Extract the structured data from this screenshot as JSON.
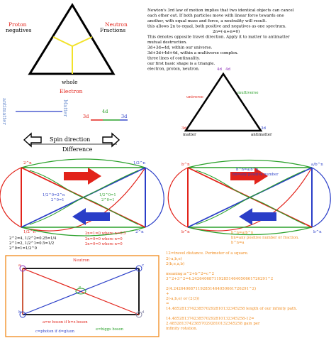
{
  "colors": {
    "black": "#000000",
    "red": "#e2231a",
    "blue": "#2a3ec8",
    "green": "#2aa02a",
    "yellow": "#f2e22a",
    "orange": "#f08a1c",
    "purple": "#8a2ab8",
    "gray": "#8888a8",
    "lightblue": "#6e8fcf",
    "frame_red": "#c84a2a"
  },
  "top_triangle": {
    "proton": "Proton",
    "negatives": "negatives",
    "neutron": "Neutron",
    "fractions": "Fractions",
    "whole": "whole",
    "electron": "Electron"
  },
  "text_block": {
    "lines": [
      "Newton's 3rd law of motion implies that two identical objects can cancel",
      "each other out. If both particles move with linear force towards one",
      "another, with equal mass and force, a neutrality will result.",
      "this allows 2n to equal, both positive and negatives as one spectrum.",
      "2n=(-n+n=0)",
      "This denotes opposite travel direction. Apply it to matter to antimatter",
      "mutual destruction.",
      "3d+3d=4d, within our universe.",
      "3d+3d+4d+4d, within a multiverse complex.",
      "three lines of continuality.",
      "our first basic shape is a triangle.",
      "electron, proton, neutron."
    ]
  },
  "matter_axis": {
    "antimatter": "antimatter",
    "matter": "Matter",
    "left_3d": "3d",
    "mid_4d": "4d",
    "right_3d": "3d"
  },
  "spin": {
    "spin_direction": "Spin direction",
    "difference": "Difference"
  },
  "universe_triangle": {
    "top_4d": "4d",
    "universe": "universe",
    "multiverse": "multiverse",
    "left_3d": "3d",
    "matter": "matter",
    "right_3d": "3d",
    "antimatter": "antimatter"
  },
  "left_diagram": {
    "tl": "2^n",
    "tr": "1/2^n",
    "bl": "1/2^n",
    "br": "2^n",
    "inner_left_1": "1/2^0=2^n",
    "inner_left_2": "2^0=1",
    "inner_right_1": "1/2^0=1",
    "inner_right_2": "2^0=1",
    "eq_black": [
      "2^2=4, 1/2^2=0.25=1/4",
      "2^1=2, 1/2^1=0.5=1/2",
      "2^0=1=1/2^0"
    ],
    "eq_red": [
      "2n=1=0 where n=0.5",
      "2n=0=0 where n=0",
      "2n=0=0 where n=0"
    ]
  },
  "right_diagram": {
    "tl": "b^n",
    "tr": "a/b^n",
    "bl": "b^n",
    "br": "b^n",
    "inner_1": "b^n=a/b^n",
    "inner_2": "bn=any positive number",
    "lower_1": "b^n=a/b^n",
    "lower_2": "bn=any positive number or fraction.",
    "lower_3": "b^n=a"
  },
  "neutron_box": {
    "title": "Neutron",
    "a": "a",
    "b": "b",
    "c": "c",
    "d": "d",
    "e": "e",
    "legend_1": "a=w boson if b=z boson",
    "legend_2": "c=photon if d=gluon",
    "legend_3": "e=higgs boson"
  },
  "orange_notes": {
    "lines": [
      "12=travel distance. Perimeter of a square.",
      "2(-a,b,e)",
      "2(b,e,a,b)",
      "",
      "meaning:a^2+b^2=c^2",
      "3^2+3^2=4.2426406871192851464050661726291^2",
      "",
      "2(4.2426406871192851464050661726291^2)",
      "+",
      "2(-a,b,e) or (2(3))",
      "=",
      "14.485281374238570292810132345258 length of our infinity path.",
      "",
      "14.485281374238570292810132345258-12=",
      "2.485281374238570292810132345258 gain per",
      "infinity rotation."
    ]
  }
}
